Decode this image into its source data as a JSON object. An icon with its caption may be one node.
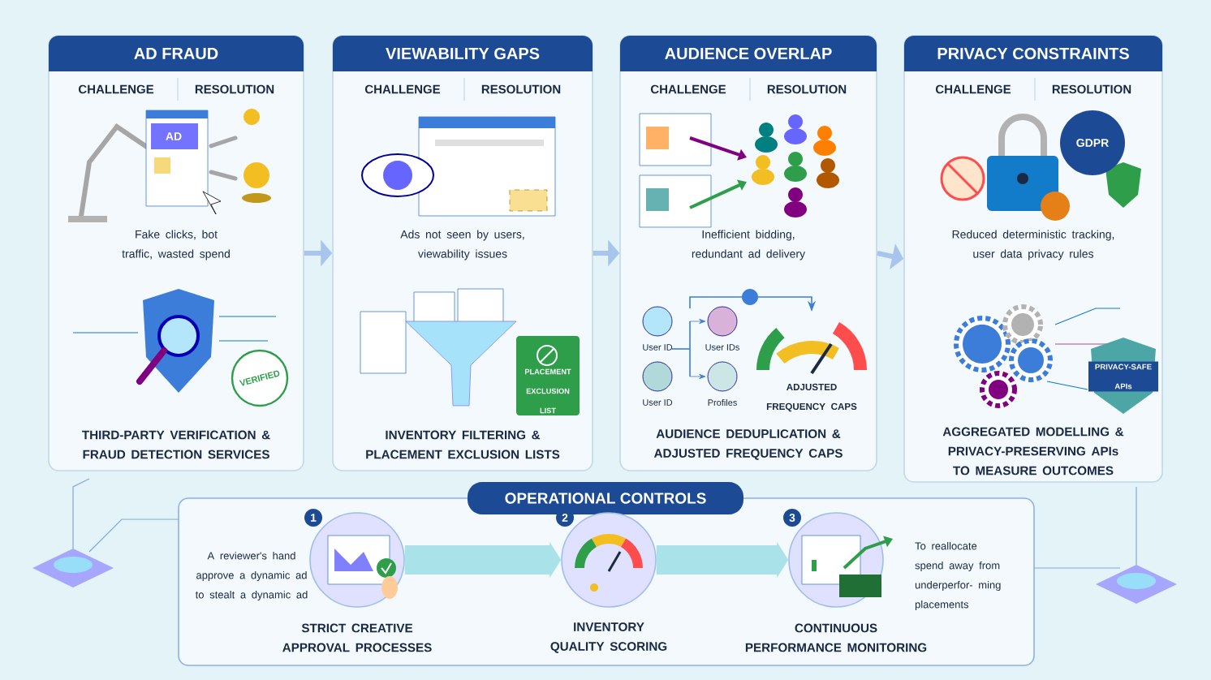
{
  "diagram": {
    "nodes": [
      {
        "text": [
          "AD FRAUD",
          "CHALLENGE",
          "RESOLUTION",
          "Fake clicks, bot traffic, wasted spend",
          "THIRD-PARTY VERIFICATION & FRAUD DETECTION SERVICES"
        ]
      },
      {
        "text": [
          "VIEWABILITY GAPS",
          "CHALLENGE",
          "RESOLUTION",
          "Ads not seen by users, viewability issues",
          "INVENTORY FILTERING & PLACEMENT EXCLUSION LISTS"
        ]
      },
      {
        "text": [
          "AUDIENCE OVERLAP",
          "CHALLENGE",
          "RESOLUTION",
          "Inefficient bidding, redundant ad delivery",
          "AUDIENCE DEDUPLICATION & ADJUSTED FREQUENCY CAPS"
        ]
      },
      {
        "text": [
          "PRIVACY CONSTRAINTS",
          "CHALLENGE",
          "RESOLUTION",
          "Reduced deterministic tracking, user data privacy rules",
          "AGGREGATED MODELLING & PRIVACY-PRESERVING APIs TO MEASURE OUTCOMES"
        ]
      },
      {
        "text": [
          "OPERATIONAL CONTROLS"
        ]
      },
      {
        "text": [
          "1",
          "STRICT CREATIVE APPROVAL PROCESSES"
        ],
        "beside": [
          "A reviewer's hand approve a dynamic ad to stealt a dynamic ad"
        ],
        "in": 4
      },
      {
        "text": [
          "2",
          "INVENTORY QUALITY SCORING"
        ],
        "in": 4
      },
      {
        "text": [
          "3",
          "CONTINUOUS PERFORMANCE MONITORING"
        ],
        "beside": [
          "To reallocate spend away from underperfor- ming placements"
        ],
        "in": 4
      }
    ],
    "edges": [
      {
        "from": 0,
        "to": 1,
        "arrow": "to"
      },
      {
        "from": 1,
        "to": 2,
        "arrow": "to"
      },
      {
        "from": 2,
        "to": 3,
        "arrow": "to"
      },
      {
        "from": 5,
        "to": 6,
        "arrow": "to",
        "style": "thick"
      },
      {
        "from": 6,
        "to": 7,
        "arrow": "to",
        "style": "thick"
      }
    ],
    "labels": [
      "AD",
      "GDPR",
      "VERIFIED",
      "PLACEMENT EXCLUSION LIST",
      "User ID",
      "User IDs",
      "User ID",
      "Profiles",
      "ADJUSTED FREQUENCY CAPS",
      "PRIVACY-SAFE APIs"
    ]
  }
}
